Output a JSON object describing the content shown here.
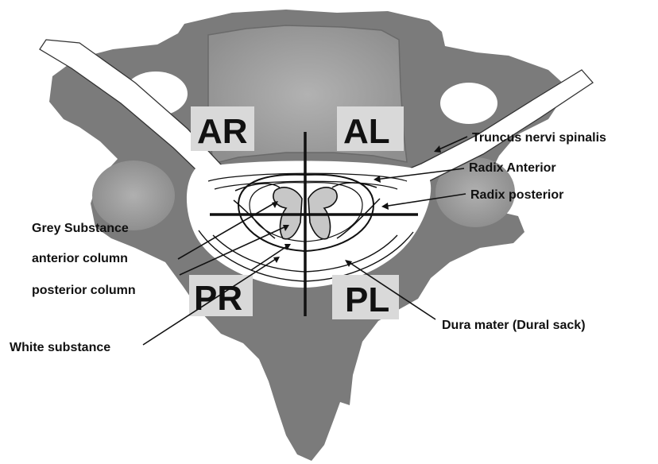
{
  "quadrants": {
    "ar": "AR",
    "al": "AL",
    "pr": "PR",
    "pl": "PL"
  },
  "callouts": {
    "truncus": "Truncus nervi spinalis",
    "radix_anterior": "Radix Anterior",
    "radix_posterior": "Radix posterior",
    "grey_substance": "Grey Substance",
    "anterior_column": "anterior column",
    "posterior_column": "posterior column",
    "white_substance": "White substance",
    "dura_mater": "Dura mater (Dural sack)"
  },
  "colors": {
    "bone": "#7b7b7b",
    "vertebral_body": "#a3a3a3",
    "label_box": "#d9d9d9",
    "canal": "#ffffff",
    "ink": "#111111"
  }
}
